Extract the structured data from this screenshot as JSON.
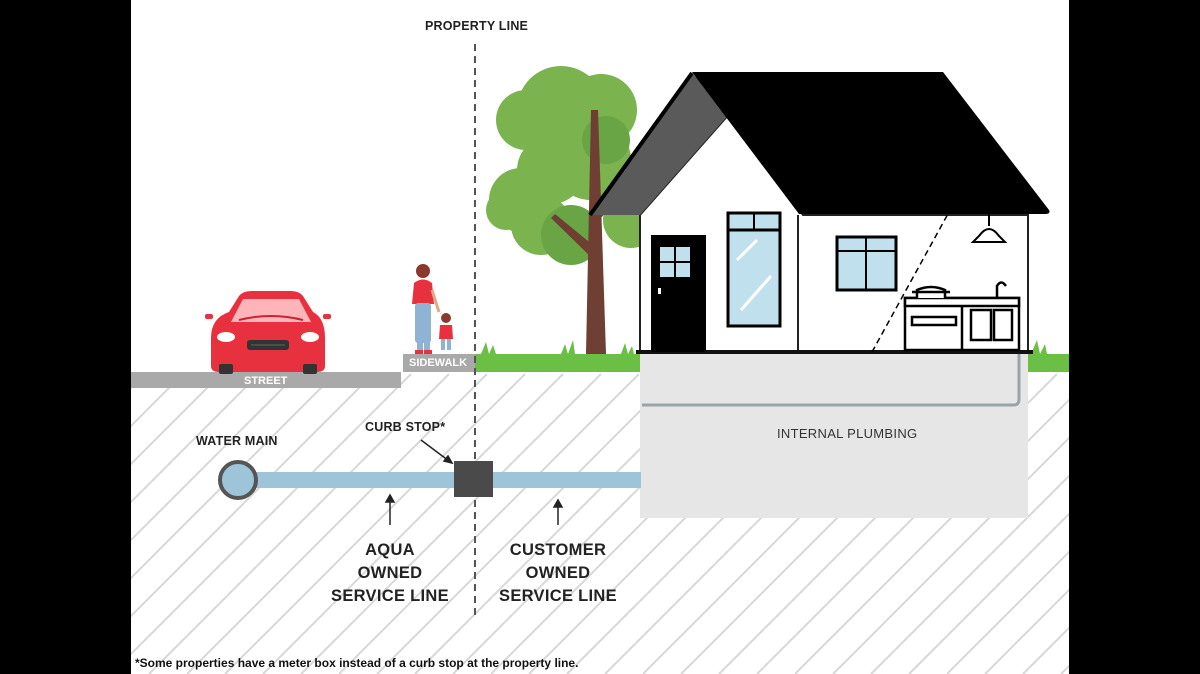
{
  "labels": {
    "property_line": "PROPERTY LINE",
    "street": "STREET",
    "sidewalk": "SIDEWALK",
    "water_main": "WATER MAIN",
    "curb_stop": "CURB STOP*",
    "internal_plumbing": "INTERNAL PLUMBING",
    "aqua_line": [
      "AQUA",
      "OWNED",
      "SERVICE LINE"
    ],
    "customer_line": [
      "CUSTOMER",
      "OWNED",
      "SERVICE LINE"
    ]
  },
  "footnote": "*Some properties have a meter box instead of a curb stop at the property line.",
  "colors": {
    "pipe": "#9dc4d9",
    "pipe_outline": "#555555",
    "grass": "#6cbf45",
    "street": "#a9a9a9",
    "car": "#e8313e",
    "tree_leaves": "#7bb34f",
    "tree_trunk": "#6e3f32",
    "roof": "#000000",
    "basement": "#e6e6e6",
    "curb_stop": "#4a4a4a",
    "window_glass": "#bfe0ec",
    "woman_top": "#e8313e",
    "woman_pants": "#8fb3d3"
  },
  "icons": [
    "car-icon",
    "pedestrians-icon",
    "tree-icon",
    "house-icon",
    "kitchen-icon",
    "lamp-icon"
  ]
}
